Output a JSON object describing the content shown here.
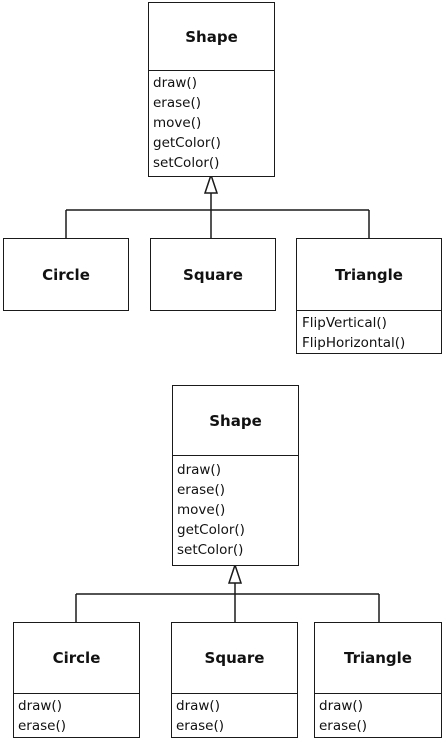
{
  "diagram1": {
    "parent": {
      "name": "Shape",
      "operations": [
        "draw()",
        "erase()",
        "move()",
        "getColor()",
        "setColor()"
      ]
    },
    "children": [
      {
        "name": "Circle",
        "operations": []
      },
      {
        "name": "Square",
        "operations": []
      },
      {
        "name": "Triangle",
        "operations": [
          "FlipVertical()",
          "FlipHorizontal()"
        ]
      }
    ]
  },
  "diagram2": {
    "parent": {
      "name": "Shape",
      "operations": [
        "draw()",
        "erase()",
        "move()",
        "getColor()",
        "setColor()"
      ]
    },
    "children": [
      {
        "name": "Circle",
        "operations": [
          "draw()",
          "erase()"
        ]
      },
      {
        "name": "Square",
        "operations": [
          "draw()",
          "erase()"
        ]
      },
      {
        "name": "Triangle",
        "operations": [
          "draw()",
          "erase()"
        ]
      }
    ]
  }
}
